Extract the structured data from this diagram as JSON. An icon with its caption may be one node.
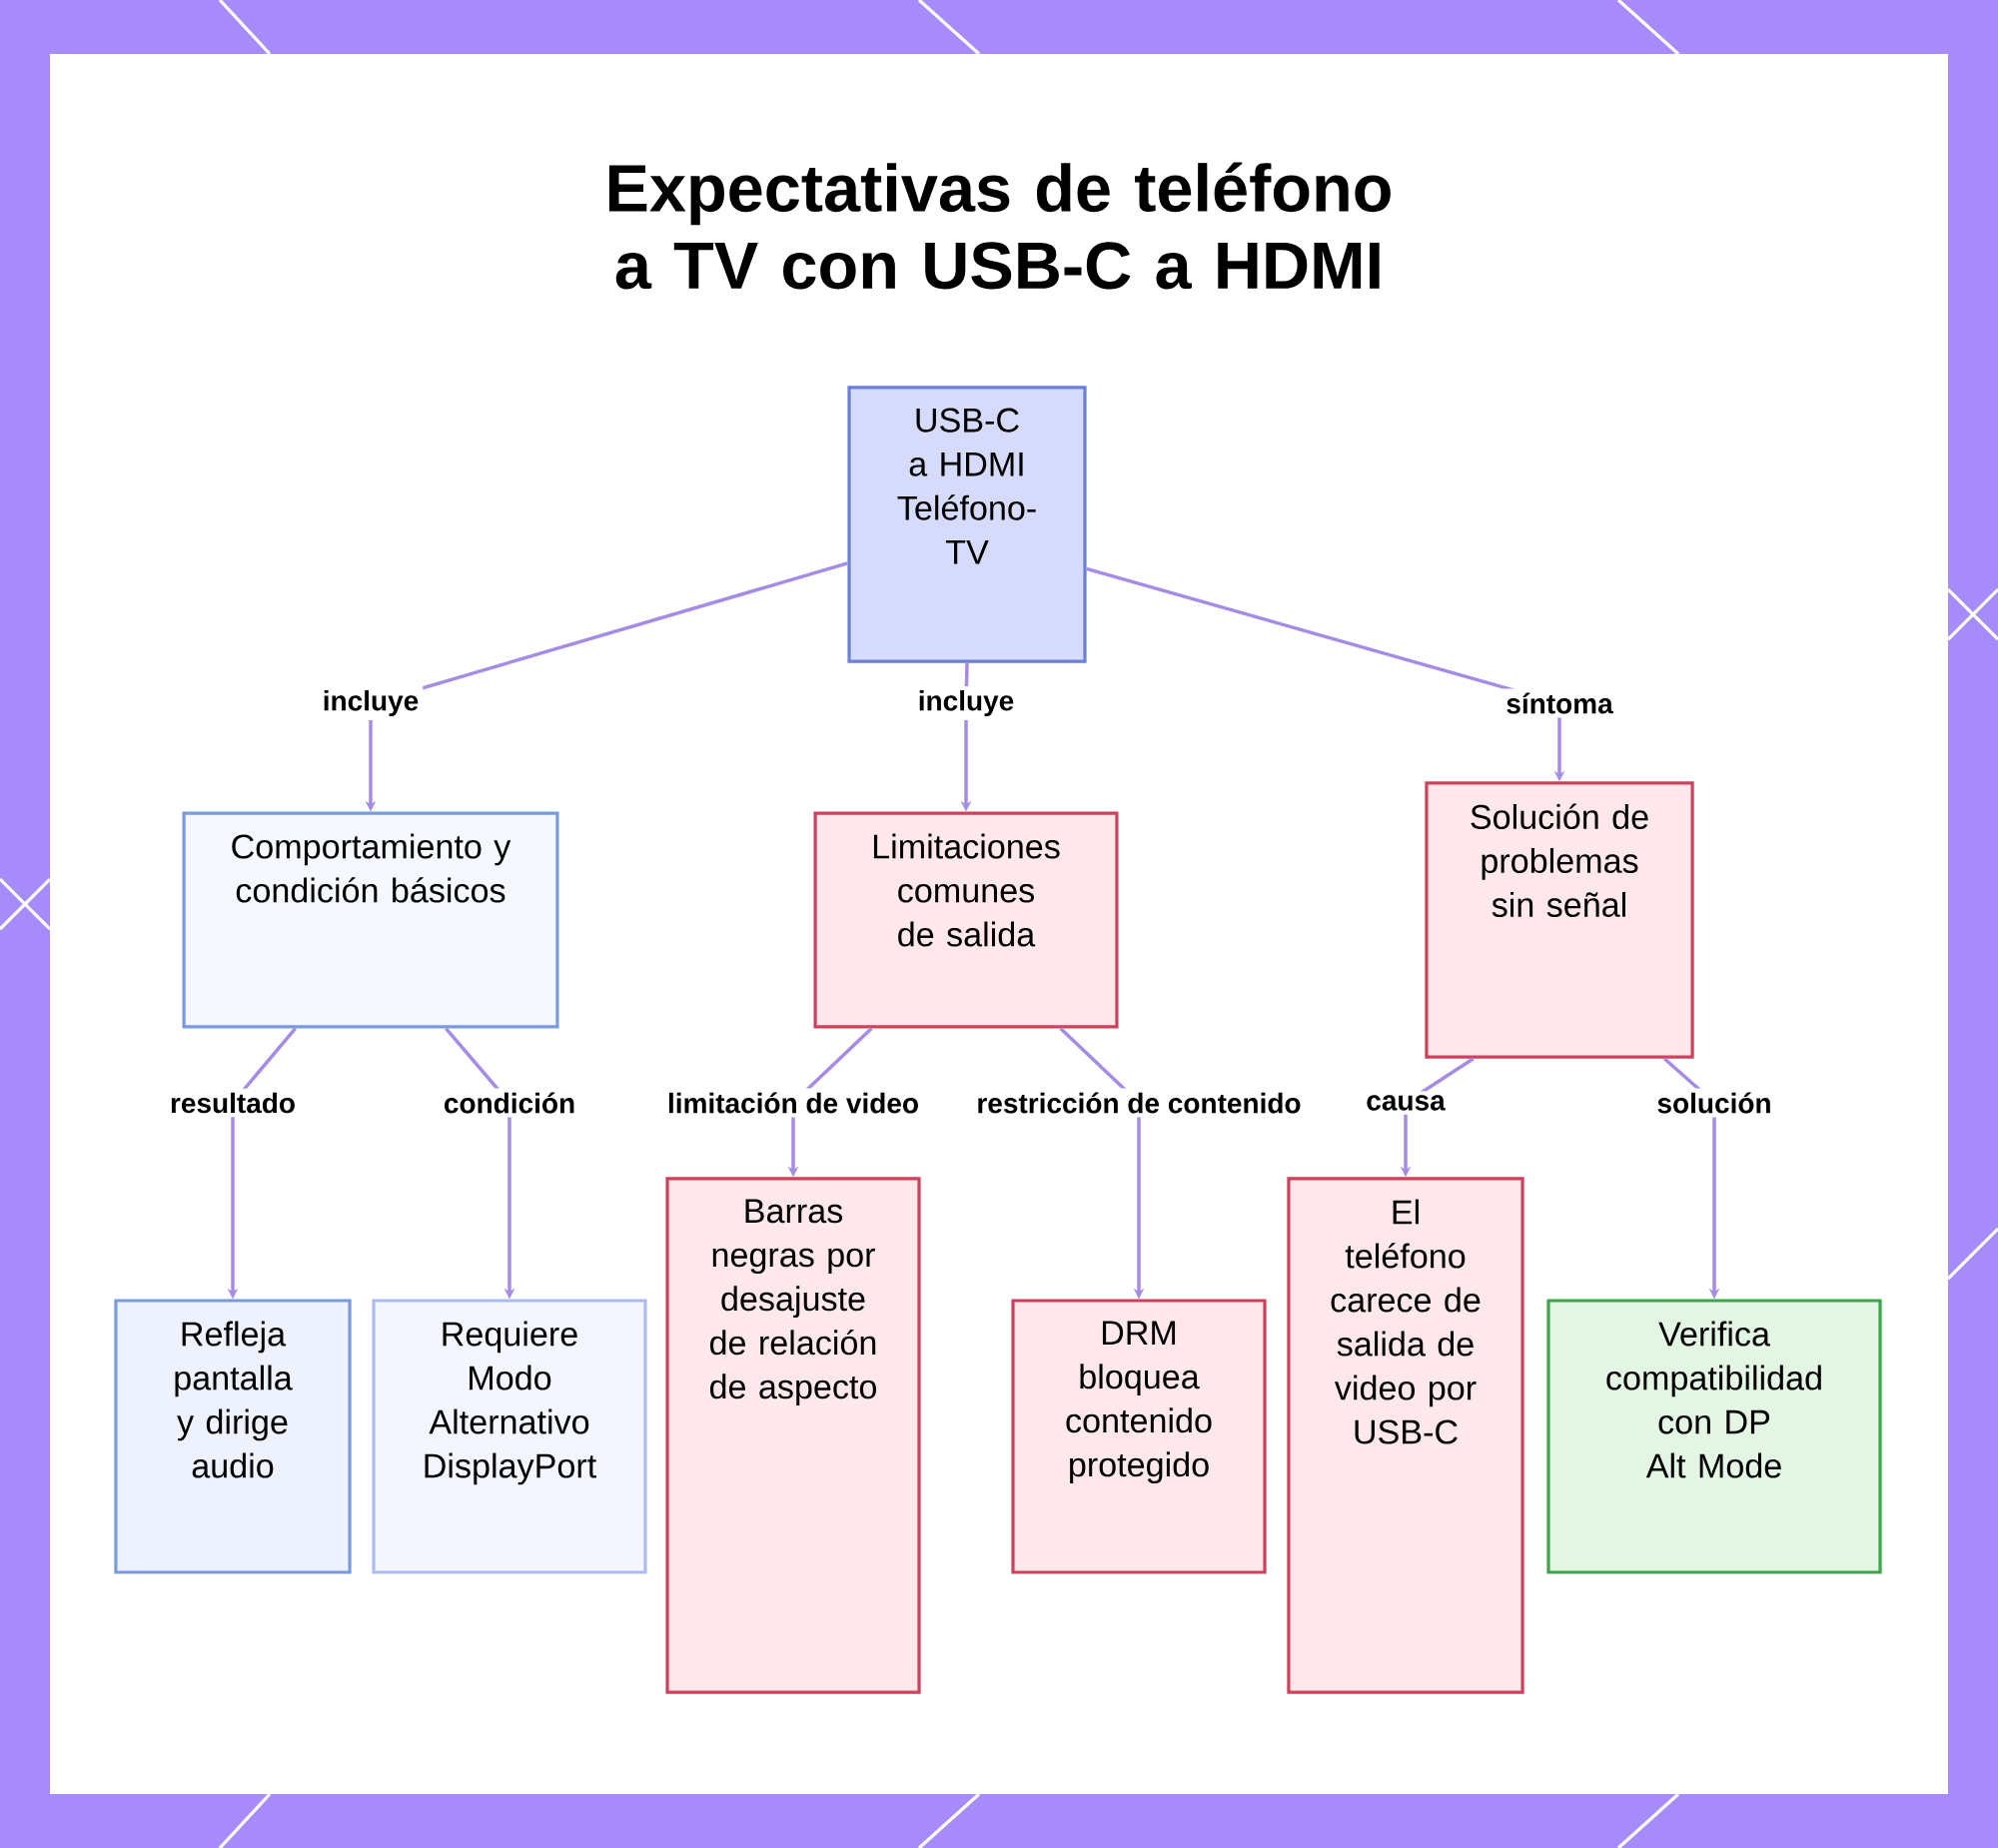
{
  "diagram": {
    "title": "Expectativas de teléfono a TV con USB-C a HDMI",
    "nodes": [
      {
        "text": [
          "USB-C a HDMI Teléfono-TV"
        ]
      },
      {
        "text": [
          "Comportamiento y condición básicos"
        ]
      },
      {
        "text": [
          "Limitaciones comunes de salida"
        ]
      },
      {
        "text": [
          "Solución de problemas sin señal"
        ]
      },
      {
        "text": [
          "Refleja pantalla y dirige audio"
        ]
      },
      {
        "text": [
          "Requiere Modo Alternativo DisplayPort"
        ]
      },
      {
        "text": [
          "Barras negras por desajuste de relación de aspecto"
        ]
      },
      {
        "text": [
          "DRM bloquea contenido protegido"
        ]
      },
      {
        "text": [
          "El teléfono carece de salida de video por USB-C"
        ]
      },
      {
        "text": [
          "Verifica compatibilidad con DP Alt Mode"
        ]
      }
    ],
    "edges": [
      {
        "from": 0,
        "to": 1,
        "arrow": "to",
        "label": "incluye"
      },
      {
        "from": 0,
        "to": 2,
        "arrow": "to",
        "label": "incluye"
      },
      {
        "from": 0,
        "to": 3,
        "arrow": "to",
        "label": "síntoma"
      },
      {
        "from": 1,
        "to": 4,
        "arrow": "to",
        "label": "resultado"
      },
      {
        "from": 1,
        "to": 5,
        "arrow": "to",
        "label": "condición"
      },
      {
        "from": 2,
        "to": 6,
        "arrow": "to",
        "label": "limitación de video"
      },
      {
        "from": 2,
        "to": 7,
        "arrow": "to",
        "label": "restricción de contenido"
      },
      {
        "from": 3,
        "to": 8,
        "arrow": "to",
        "label": "causa"
      },
      {
        "from": 3,
        "to": 9,
        "arrow": "to",
        "label": "solución"
      }
    ]
  }
}
